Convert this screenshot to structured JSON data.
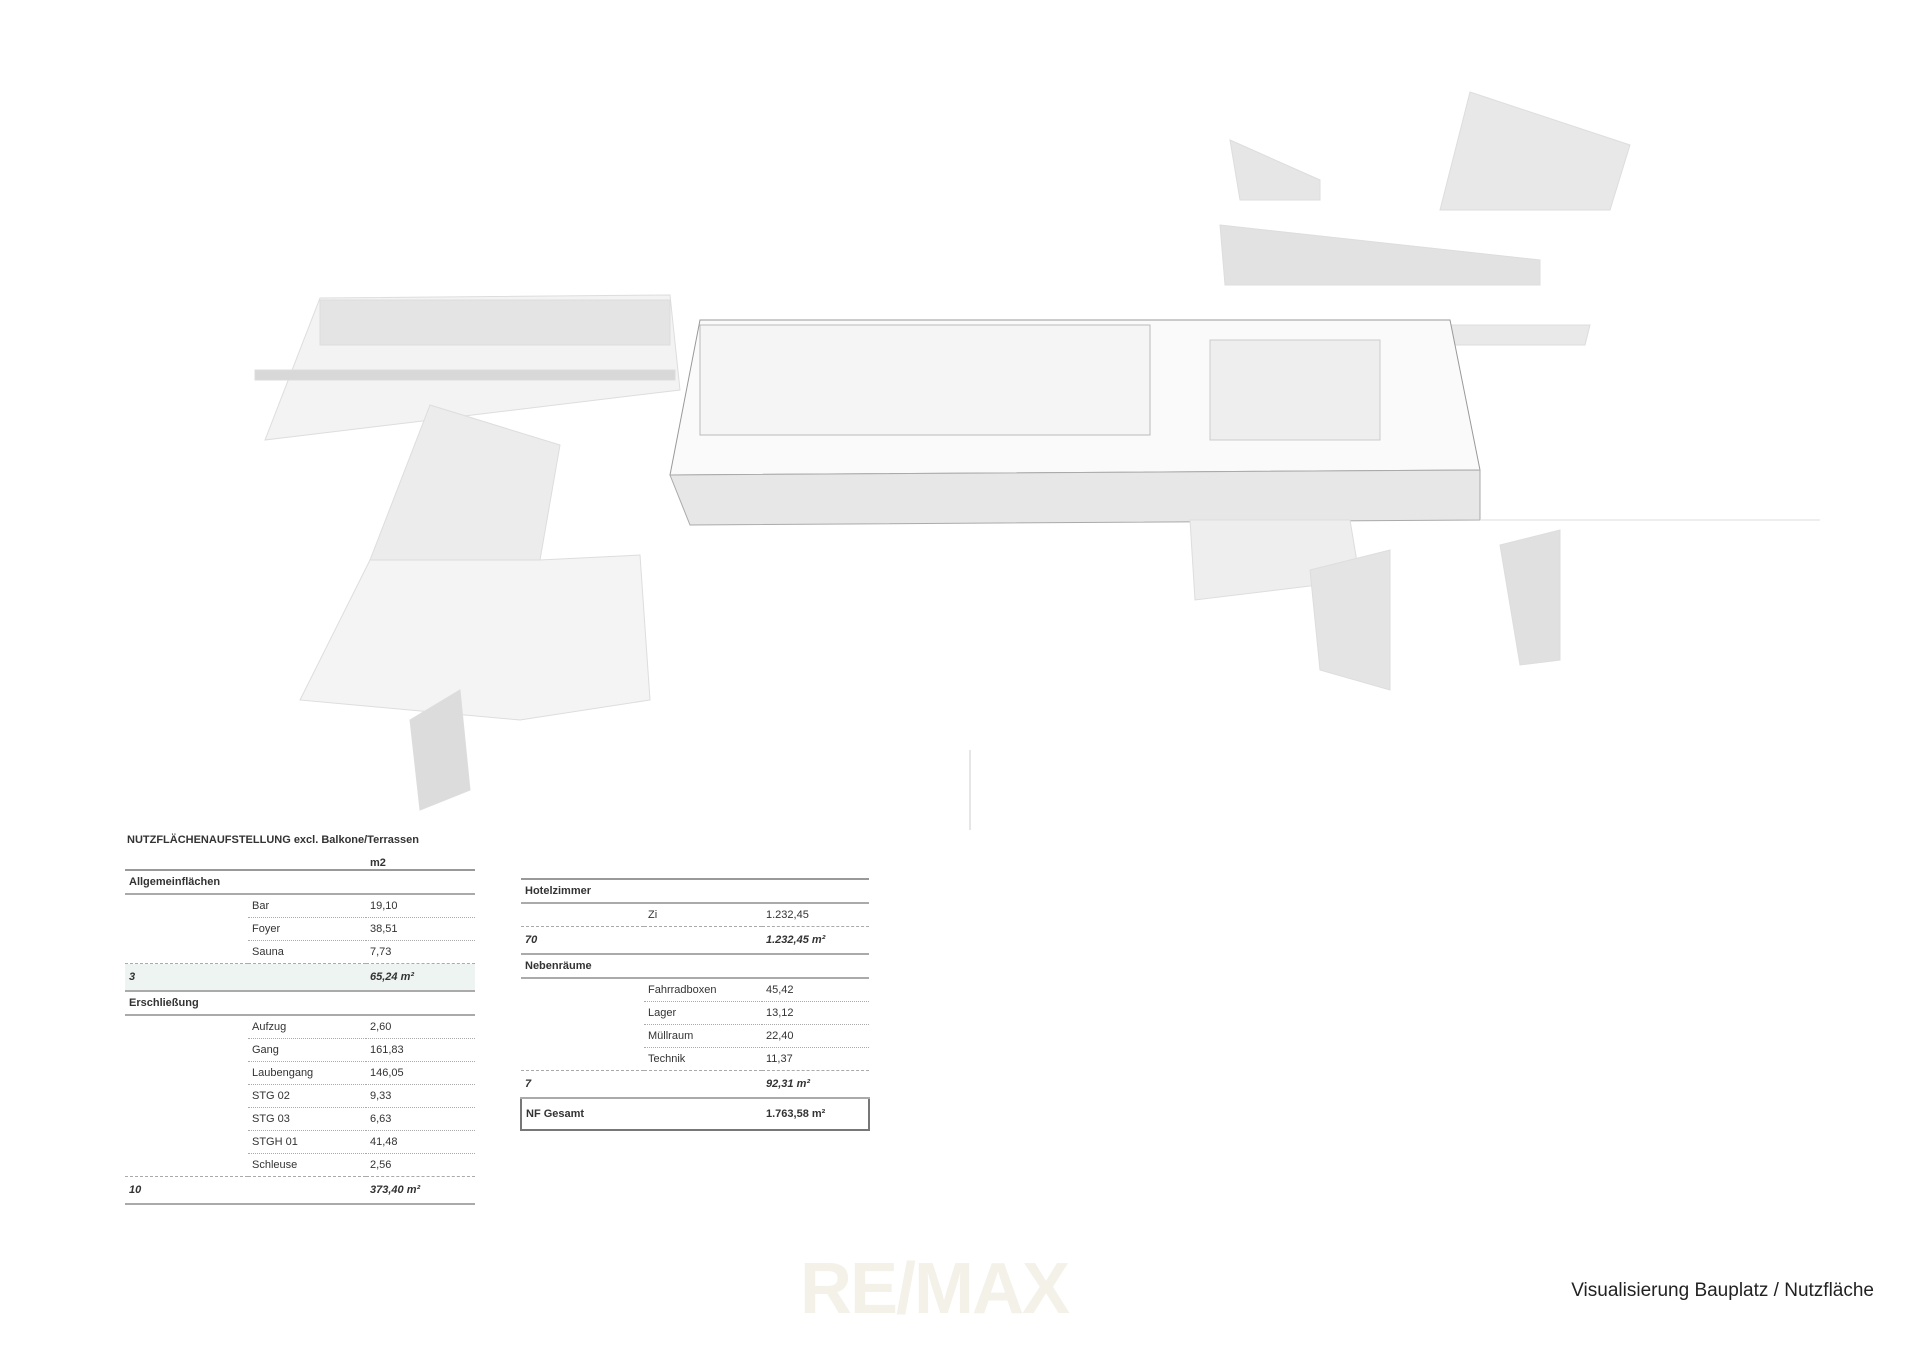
{
  "caption": "Visualisierung Bauplatz / Nutzfläche",
  "watermark": "RE/MAX",
  "table_left": {
    "title": "NUTZFLÄCHENAUFSTELLUNG excl. Balkone/Terrassen",
    "unit_header": "m2",
    "sections": [
      {
        "name": "Allgemeinflächen",
        "items": [
          [
            "Bar",
            "19,10"
          ],
          [
            "Foyer",
            "38,51"
          ],
          [
            "Sauna",
            "7,73"
          ]
        ],
        "count": "3",
        "sum": "65,24 m²"
      },
      {
        "name": "Erschließung",
        "items": [
          [
            "Aufzug",
            "2,60"
          ],
          [
            "Gang",
            "161,83"
          ],
          [
            "Laubengang",
            "146,05"
          ],
          [
            "STG 02",
            "9,33"
          ],
          [
            "STG 03",
            "6,63"
          ],
          [
            "STGH 01",
            "41,48"
          ],
          [
            "Schleuse",
            "2,56"
          ]
        ],
        "count": "10",
        "sum": "373,40 m²"
      }
    ]
  },
  "table_right": {
    "sections": [
      {
        "name": "Hotelzimmer",
        "items": [
          [
            "Zi",
            "1.232,45"
          ]
        ],
        "count": "70",
        "sum": "1.232,45 m²"
      },
      {
        "name": "Nebenräume",
        "items": [
          [
            "Fahrradboxen",
            "45,42"
          ],
          [
            "Lager",
            "13,12"
          ],
          [
            "Müllraum",
            "22,40"
          ],
          [
            "Technik",
            "11,37"
          ]
        ],
        "count": "7",
        "sum": "92,31 m²"
      }
    ],
    "total_label": "NF Gesamt",
    "total_value": "1.763,58 m²"
  }
}
